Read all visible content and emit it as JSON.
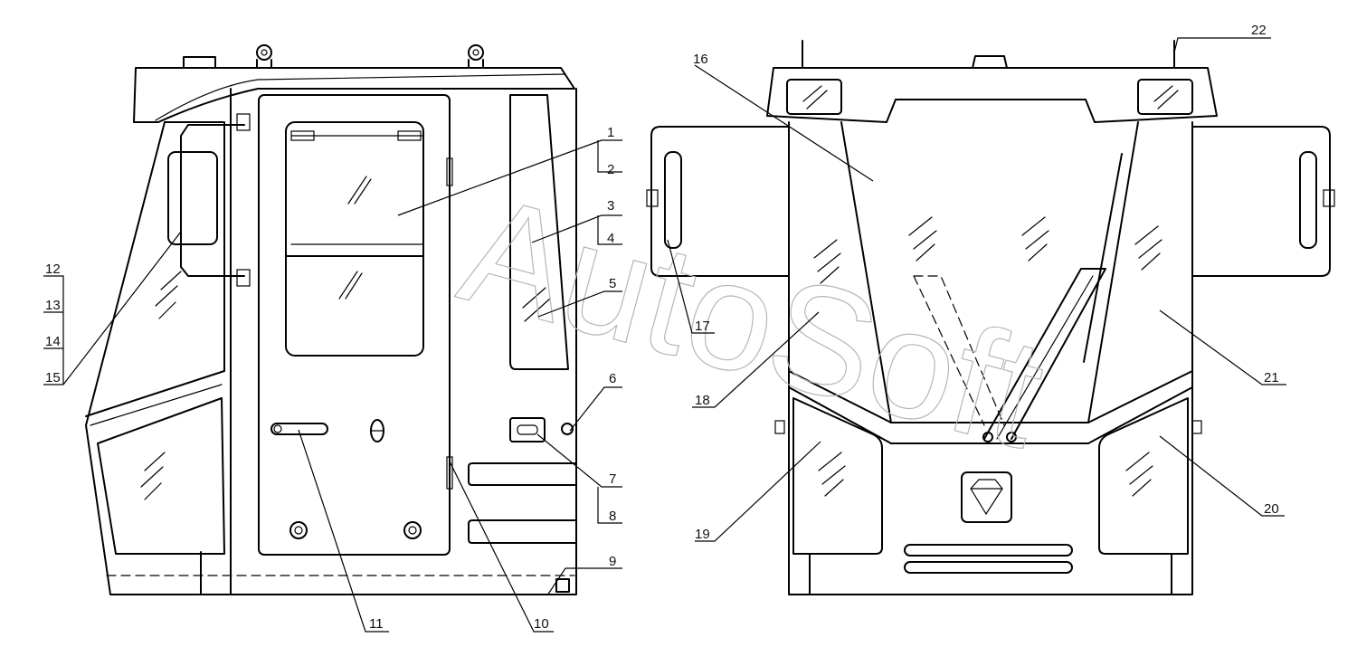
{
  "watermark": "AutoSoft",
  "callouts": {
    "c1": "1",
    "c2": "2",
    "c3": "3",
    "c4": "4",
    "c5": "5",
    "c6": "6",
    "c7": "7",
    "c8": "8",
    "c9": "9",
    "c10": "10",
    "c11": "11",
    "c12": "12",
    "c13": "13",
    "c14": "14",
    "c15": "15",
    "c16": "16",
    "c17": "17",
    "c18": "18",
    "c19": "19",
    "c20": "20",
    "c21": "21",
    "c22": "22"
  }
}
